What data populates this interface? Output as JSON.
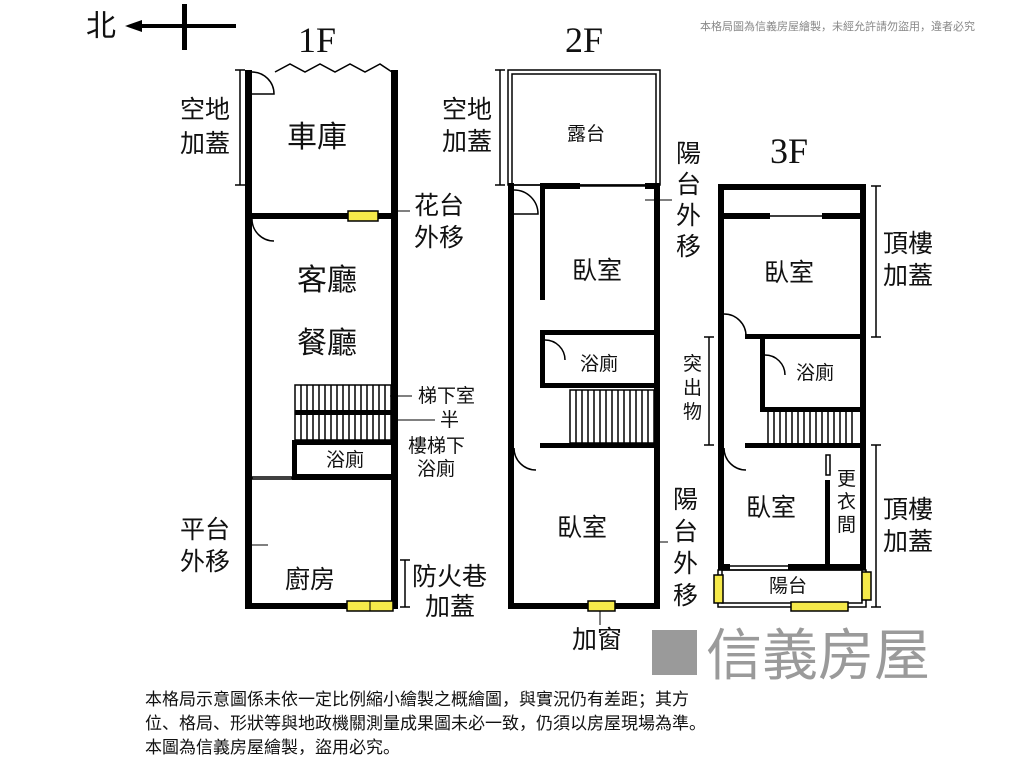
{
  "compass": {
    "label": "北"
  },
  "floors": {
    "f1": {
      "title": "1F",
      "rooms": {
        "garage": "車庫",
        "living": "客廳",
        "dining": "餐廳",
        "bath": "浴廁",
        "kitchen": "廚房"
      },
      "notes": {
        "vacant_add": [
          "空地",
          "加蓋"
        ],
        "planter": [
          "花台",
          "外移"
        ],
        "under_stair": "梯下室",
        "half": "半",
        "under_stair_bath": [
          "樓梯下",
          "浴廁"
        ],
        "platform": [
          "平台",
          "外移"
        ],
        "fire_lane": [
          "防火巷",
          "加蓋"
        ]
      }
    },
    "f2": {
      "title": "2F",
      "rooms": {
        "terrace": "露台",
        "bedroom1": "臥室",
        "bath": "浴廁",
        "bedroom2": "臥室"
      },
      "notes": {
        "vacant_add": [
          "空地",
          "加蓋"
        ],
        "balcony_upper": [
          "陽",
          "台",
          "外",
          "移"
        ],
        "balcony_lower": [
          "陽",
          "台",
          "外",
          "移"
        ],
        "protrusion": [
          "突",
          "出",
          "物"
        ],
        "window_add": "加窗"
      }
    },
    "f3": {
      "title": "3F",
      "rooms": {
        "bedroom1": "臥室",
        "bath": "浴廁",
        "bedroom2": "臥室",
        "closet": [
          "更",
          "衣",
          "間"
        ],
        "balcony": "陽台"
      },
      "notes": {
        "roof_add_upper": [
          "頂樓",
          "加蓋"
        ],
        "roof_add_lower": [
          "頂樓",
          "加蓋"
        ]
      }
    }
  },
  "watermark": {
    "brand": "信義房屋",
    "notice": "本格局圖為信義房屋繪製，未經允許請勿盜用，違者必究"
  },
  "footer": {
    "lines": [
      "本格局示意圖係未依一定比例縮小繪製之概繪圖，與實況仍有差距；其方",
      "位、格局、形狀等與地政機關測量成果圖未必一致，仍須以房屋現場為準。",
      "本圖為信義房屋繪製，盜用必究。"
    ]
  },
  "colors": {
    "window": "#f5e94a",
    "wall": "#000000",
    "watermark": "#9a9a9a"
  }
}
